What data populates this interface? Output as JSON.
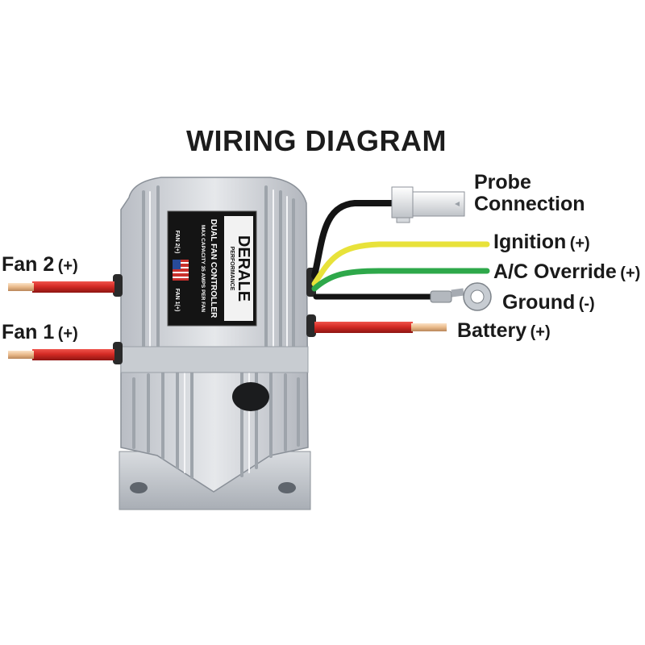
{
  "title": "WIRING DIAGRAM",
  "wires": {
    "probe": {
      "line1": "Probe",
      "line2": "Connection"
    },
    "ignition": {
      "label": "Ignition",
      "sign": "(+)",
      "color": "#e8e23a"
    },
    "ac_override": {
      "label": "A/C Override",
      "sign": "(+)",
      "color": "#2ea84a"
    },
    "ground": {
      "label": "Ground",
      "sign": "(-)",
      "color": "#141414"
    },
    "battery": {
      "label": "Battery",
      "sign": "(+)",
      "color": "#d42a24"
    },
    "fan2": {
      "label": "Fan 2",
      "sign": "(+)",
      "color": "#d42a24"
    },
    "fan1": {
      "label": "Fan 1",
      "sign": "(+)",
      "color": "#d42a24"
    }
  },
  "device_label": {
    "brand": "DERALE",
    "brand_sub": "PERFORMANCE",
    "product": "DUAL FAN CONTROLLER",
    "capacity": "MAX CAPACITY 35 AMPS PER FAN",
    "fan2_tag": "FAN 2(+)",
    "fan1_tag": "FAN 1(+)"
  },
  "colors": {
    "housing": "#d5d8dd",
    "housing_shadow": "#9aa0a8",
    "copper": "#e9b98a",
    "red_wire": "#d42a24"
  }
}
